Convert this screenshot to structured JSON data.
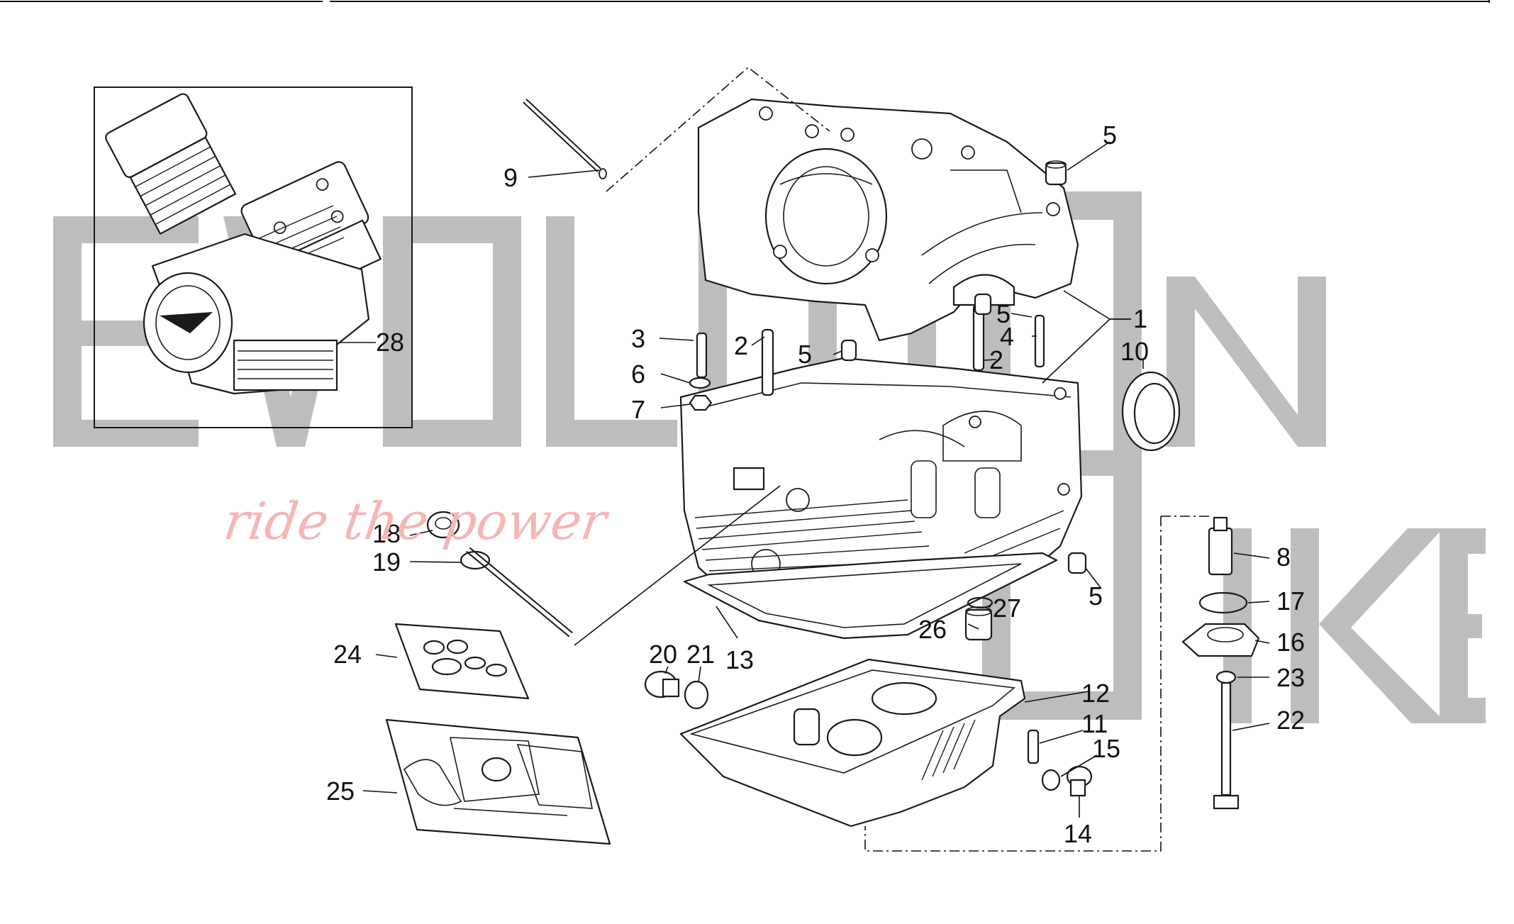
{
  "watermark": {
    "brand_line_1": "EVOLUTION",
    "brand_line_2": "BIKE",
    "tagline": "ride the power",
    "watermark_color": "#bdbdbd",
    "tagline_color": "#f4b6b6"
  },
  "callouts": [
    {
      "id": "c1",
      "text": "1"
    },
    {
      "id": "c2a",
      "text": "2"
    },
    {
      "id": "c2b",
      "text": "2"
    },
    {
      "id": "c3",
      "text": "3"
    },
    {
      "id": "c4",
      "text": "4"
    },
    {
      "id": "c5a",
      "text": "5"
    },
    {
      "id": "c5b",
      "text": "5"
    },
    {
      "id": "c5c",
      "text": "5"
    },
    {
      "id": "c5d",
      "text": "5"
    },
    {
      "id": "c6",
      "text": "6"
    },
    {
      "id": "c7",
      "text": "7"
    },
    {
      "id": "c8",
      "text": "8"
    },
    {
      "id": "c9",
      "text": "9"
    },
    {
      "id": "c10",
      "text": "10"
    },
    {
      "id": "c11",
      "text": "11"
    },
    {
      "id": "c12",
      "text": "12"
    },
    {
      "id": "c13",
      "text": "13"
    },
    {
      "id": "c14",
      "text": "14"
    },
    {
      "id": "c15",
      "text": "15"
    },
    {
      "id": "c16",
      "text": "16"
    },
    {
      "id": "c17",
      "text": "17"
    },
    {
      "id": "c18",
      "text": "18"
    },
    {
      "id": "c19",
      "text": "19"
    },
    {
      "id": "c20",
      "text": "20"
    },
    {
      "id": "c21",
      "text": "21"
    },
    {
      "id": "c22",
      "text": "22"
    },
    {
      "id": "c23",
      "text": "23"
    },
    {
      "id": "c24",
      "text": "24"
    },
    {
      "id": "c25",
      "text": "25"
    },
    {
      "id": "c26",
      "text": "26"
    },
    {
      "id": "c27",
      "text": "27"
    },
    {
      "id": "c28",
      "text": "28"
    }
  ]
}
